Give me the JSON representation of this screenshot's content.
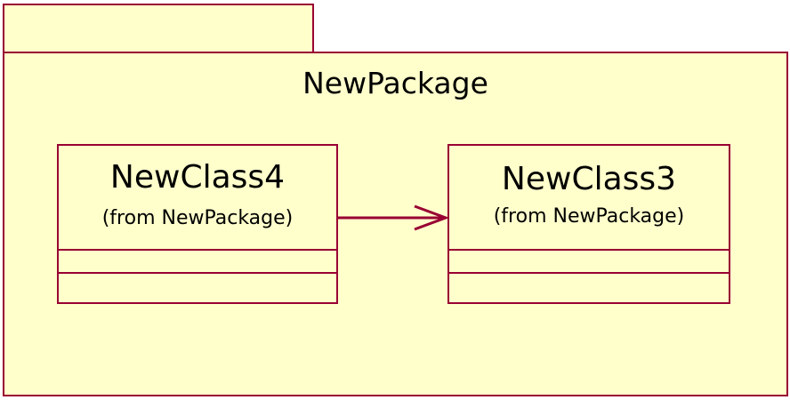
{
  "package": {
    "name": "NewPackage"
  },
  "classes": [
    {
      "name": "NewClass4",
      "from": "(from NewPackage)"
    },
    {
      "name": "NewClass3",
      "from": "(from NewPackage)"
    }
  ],
  "colors": {
    "border": "#990033",
    "fill": "#ffffcc",
    "text": "#000000"
  }
}
